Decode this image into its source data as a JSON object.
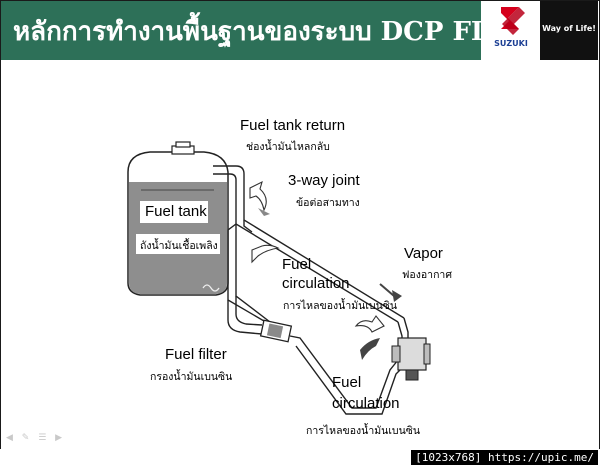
{
  "slide": {
    "title": "หลักการทำงานพื้นฐานของระบบ DCP FI",
    "brand": "SUZUKI",
    "slogan": "Way of Life!",
    "brand_color": "#1c3f94",
    "header_color": "#2d7058"
  },
  "diagram": {
    "fuel_tank_label_en": "Fuel tank",
    "fuel_tank_label_th": "ถังน้ำมันเชื้อเพลิง",
    "tank_return_en": "Fuel tank return",
    "tank_return_th": "ช่องน้ำมันไหลกลับ",
    "joint_en": "3-way joint",
    "joint_th": "ข้อต่อสามทาง",
    "vapor_en": "Vapor",
    "vapor_th": "ฟองอากาศ",
    "circ_upper_en_1": "Fuel",
    "circ_upper_en_2": "circulation",
    "circ_upper_th": "การไหลของน้ำมันเบนซิน",
    "filter_en": "Fuel filter",
    "filter_th": "กรองน้ำมันเบนซิน",
    "circ_lower_en_1": "Fuel",
    "circ_lower_en_2": "circulation",
    "circ_lower_th": "การไหลของน้ำมันเบนซิน"
  },
  "footer": {
    "watermark": "[1023x768] https://upic.me/",
    "nav_icons": [
      "arrow-icon",
      "pen-icon",
      "menu-icon",
      "arrow-right-icon"
    ]
  }
}
